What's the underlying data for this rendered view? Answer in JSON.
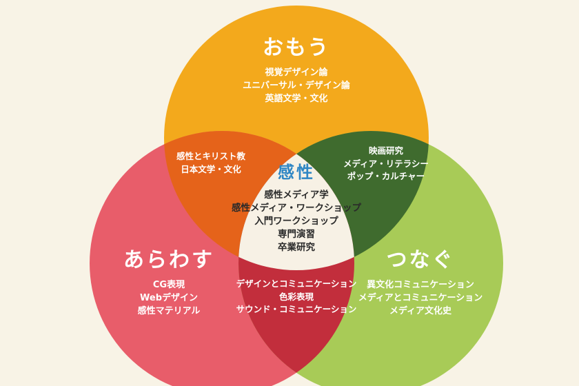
{
  "colors": {
    "background": "#f8f3e6",
    "omou": "#f3a91c",
    "arawasu": "#e85d6a",
    "tsunagu": "#a8cb57",
    "omou_arawasu": "#e5631a",
    "omou_tsunagu": "#3f6b2e",
    "arawasu_tsunagu": "#c22e3c",
    "center": "#f7f1e5",
    "center_title": "#2f86c4"
  },
  "omou": {
    "title": "おもう",
    "items": [
      "視覚デザイン論",
      "ユニバーサル・デザイン論",
      "英語文学・文化"
    ]
  },
  "arawasu": {
    "title": "あらわす",
    "items": [
      "CG表現",
      "Webデザイン",
      "感性マテリアル"
    ]
  },
  "tsunagu": {
    "title": "つなぐ",
    "items": [
      "異文化コミュニケーション",
      "メディアとコミュニケーション",
      "メディア文化史"
    ]
  },
  "omou_arawasu": {
    "items": [
      "感性とキリスト教",
      "日本文学・文化"
    ]
  },
  "omou_tsunagu": {
    "items": [
      "映画研究",
      "メディア・リテラシー",
      "ポップ・カルチャー"
    ]
  },
  "arawasu_tsunagu": {
    "items": [
      "デザインとコミュニケーション",
      "色彩表現",
      "サウンド・コミュニケーション"
    ]
  },
  "center": {
    "title": "感性",
    "items": [
      "感性メディア学",
      "感性メディア・ワークショップ",
      "入門ワークショップ",
      "専門演習",
      "卒業研究"
    ]
  }
}
